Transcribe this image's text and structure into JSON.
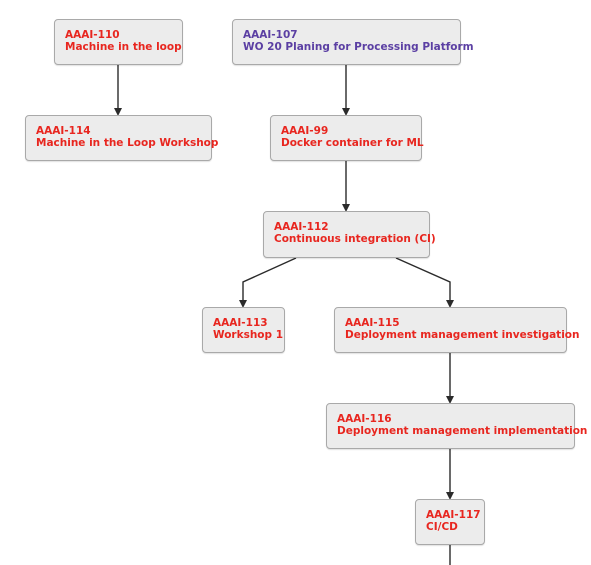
{
  "colors": {
    "red_text": "#e8261f",
    "purple_text": "#5b3fa3",
    "node_fill": "#ececec",
    "node_border": "#a9a9a9",
    "edge": "#2b2b2b"
  },
  "nodes": {
    "aaai110": {
      "key": "AAAI-110",
      "title": "Machine in the loop"
    },
    "aaai114": {
      "key": "AAAI-114",
      "title": "Machine in the Loop Workshop"
    },
    "aaai107": {
      "key": "AAAI-107",
      "title": "WO 20 Planing for Processing Platform"
    },
    "aaai99": {
      "key": "AAAI-99",
      "title": "Docker container for ML"
    },
    "aaai112": {
      "key": "AAAI-112",
      "title": "Continuous integration (CI)"
    },
    "aaai113": {
      "key": "AAAI-113",
      "title": "Workshop 1"
    },
    "aaai115": {
      "key": "AAAI-115",
      "title": "Deployment management investigation"
    },
    "aaai116": {
      "key": "AAAI-116",
      "title": "Deployment management implementation"
    },
    "aaai117": {
      "key": "AAAI-117",
      "title": "CI/CD"
    }
  },
  "edges": [
    {
      "from": "AAAI-110",
      "to": "AAAI-114"
    },
    {
      "from": "AAAI-107",
      "to": "AAAI-99"
    },
    {
      "from": "AAAI-99",
      "to": "AAAI-112"
    },
    {
      "from": "AAAI-112",
      "to": "AAAI-113"
    },
    {
      "from": "AAAI-112",
      "to": "AAAI-115"
    },
    {
      "from": "AAAI-115",
      "to": "AAAI-116"
    },
    {
      "from": "AAAI-116",
      "to": "AAAI-117"
    }
  ]
}
